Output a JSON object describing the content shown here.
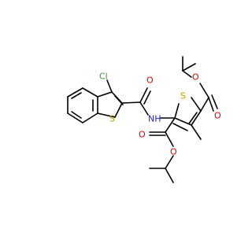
{
  "molecule": {
    "atom_labels": {
      "chlorine": "Cl",
      "benzothiophene_sulfur": "S",
      "thiophene_sulfur": "S",
      "amide_oxygen": "O",
      "amide_nitrogen": "NH",
      "ester_top_carbonyl_oxygen": "O",
      "ester_top_alkoxy_oxygen": "O",
      "ester_bottom_carbonyl_oxygen": "O",
      "ester_bottom_alkoxy_oxygen": "O"
    },
    "colors": {
      "bond": "#000000",
      "chlorine": "#2e9e2e",
      "sulfur": "#b8a100",
      "oxygen": "#e00000",
      "nitrogen": "#2222cc"
    }
  }
}
